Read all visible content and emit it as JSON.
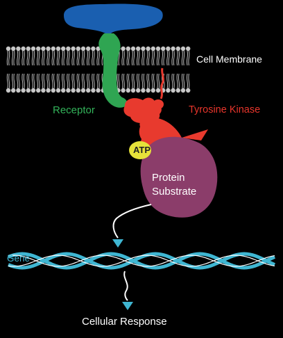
{
  "diagram": {
    "labels": {
      "cell_membrane": "Cell Membrane",
      "receptor": "Receptor",
      "tyrosine_kinase": "Tyrosine Kinase",
      "atp": "ATP",
      "protein_substrate": "Protein Substrate",
      "gene": "Gene",
      "cellular_response": "Cellular Response"
    },
    "colors": {
      "background": "#000000",
      "ligand": "#1a5fb0",
      "receptor": "#2fa552",
      "kinase": "#e83a2e",
      "atp": "#e6e23a",
      "protein_substrate": "#8b3d6a",
      "gene": "#3fb6d2",
      "membrane": "#c8c8c8"
    }
  }
}
